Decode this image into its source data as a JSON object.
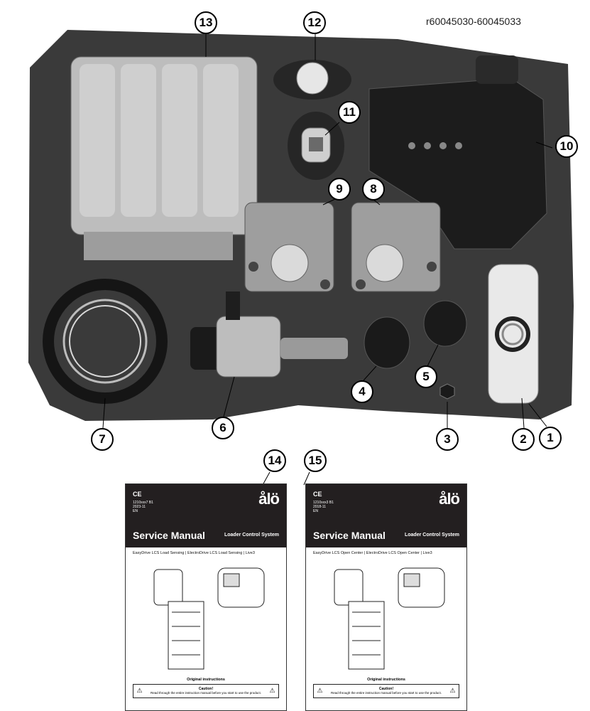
{
  "reference_code": "r60045030-60045033",
  "callouts": [
    "1",
    "2",
    "3",
    "4",
    "5",
    "6",
    "7",
    "8",
    "9",
    "10",
    "11",
    "12",
    "13",
    "14",
    "15"
  ],
  "manual_14": {
    "marks": "CE",
    "doc_number": "1210xxx7 B1",
    "date": "2023-11",
    "lang": "EN",
    "brand": "ålö",
    "title": "Service Manual",
    "subtitle": "Loader Control System",
    "scope": "EasyDrive LCS Load Sensing | ElectroDrive LCS Load Sensing | Live3",
    "original": "Original instructions",
    "caution_title": "Caution!",
    "caution_text": "Read through the entire instruction manual before you start to use the product."
  },
  "manual_15": {
    "marks": "CE",
    "doc_number": "1210xxx3 B1",
    "date": "2018-11",
    "lang": "EN",
    "brand": "ålö",
    "title": "Service Manual",
    "subtitle": "Loader Control System",
    "scope": "EasyDrive LCS Open Center | ElectroDrive LCS Open Center | Live3",
    "original": "Original instructions",
    "caution_title": "Caution!",
    "caution_text": "Read through the entire instruction manual before you start to use the product."
  },
  "colors": {
    "foam": "#3a3a3a",
    "foam_recess": "#262626",
    "paper": "#ffffff",
    "manual_header": "#231f20"
  }
}
